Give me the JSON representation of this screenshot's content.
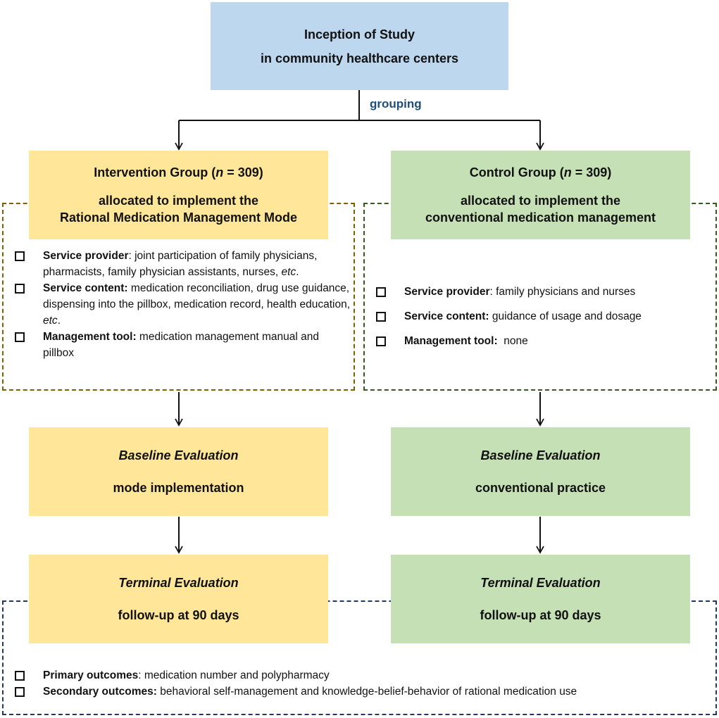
{
  "inception": {
    "line1": "Inception of Study",
    "line2": "in community healthcare centers"
  },
  "grouping_label": "grouping",
  "intervention": {
    "title_pre": "Intervention Group (",
    "title_n": "n",
    "title_post": " = 309)",
    "line2": "allocated to implement the",
    "line3": "Rational Medication Management Mode",
    "bullets": [
      {
        "label": "Service provider",
        "text_a": ": joint participation of family physicians, pharmacists, family physician assistants, nurses, ",
        "etc": "etc",
        "text_b": "."
      },
      {
        "label": "Service content:",
        "text_a": " medication reconciliation, drug use guidance, dispensing into the pillbox, medication record, health education, ",
        "etc": "etc",
        "text_b": "."
      },
      {
        "label": "Management tool:",
        "text_a": " medication management manual and pillbox"
      }
    ],
    "baseline": {
      "title": "Baseline Evaluation",
      "subtitle": "mode implementation"
    },
    "terminal": {
      "title": "Terminal Evaluation",
      "subtitle": "follow-up at 90 days"
    }
  },
  "control": {
    "title_pre": "Control Group (",
    "title_n": "n",
    "title_post": " = 309)",
    "line2": "allocated to implement the",
    "line3": "conventional medication management",
    "bullets": [
      {
        "label": "Service provider",
        "text_a": ": family physicians and nurses"
      },
      {
        "label": "Service content:",
        "text_a": " guidance of usage and dosage"
      },
      {
        "label": "Management tool:",
        "text_a": "  none"
      }
    ],
    "baseline": {
      "title": "Baseline Evaluation",
      "subtitle": "conventional practice"
    },
    "terminal": {
      "title": "Terminal Evaluation",
      "subtitle": "follow-up at 90 days"
    }
  },
  "outcomes": [
    {
      "label": "Primary outcomes",
      "text": ": medication number and polypharmacy"
    },
    {
      "label": "Secondary outcomes:",
      "text": " behavioral self-management and knowledge-belief-behavior of rational medication use"
    }
  ],
  "colors": {
    "inception_fill": "#bdd7ee",
    "intervention_fill": "#ffe699",
    "control_fill": "#c5e0b4",
    "grouping_text": "#1f4e79",
    "intervention_dash": "#7f6000",
    "control_dash": "#385723",
    "outcomes_dash": "#1f3864"
  }
}
